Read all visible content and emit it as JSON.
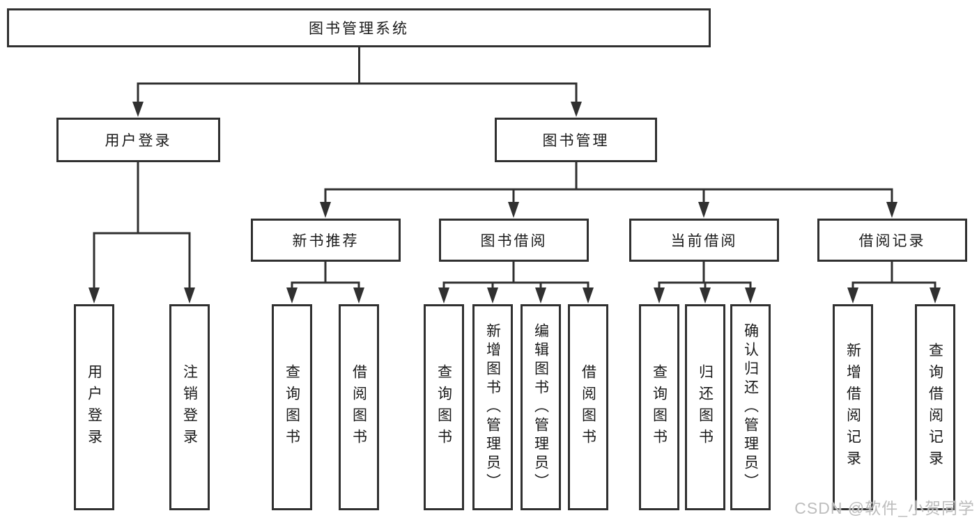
{
  "colors": {
    "background": "#ffffff",
    "line": "#303030",
    "text": "#1a1a1a",
    "watermark": "#bdbdbd"
  },
  "diagram": {
    "root": {
      "label": "图书管理系统"
    },
    "modules": [
      {
        "label": "用户登录",
        "features": [
          {
            "label": "用户登录"
          },
          {
            "label": "注销登录"
          }
        ]
      },
      {
        "label": "图书管理",
        "submodules": [
          {
            "label": "新书推荐",
            "features": [
              {
                "label": "查询图书"
              },
              {
                "label": "借阅图书"
              }
            ]
          },
          {
            "label": "图书借阅",
            "features": [
              {
                "label": "查询图书"
              },
              {
                "label": "新增图书（管理员）"
              },
              {
                "label": "编辑图书（管理员）"
              },
              {
                "label": "借阅图书"
              }
            ]
          },
          {
            "label": "当前借阅",
            "features": [
              {
                "label": "查询图书"
              },
              {
                "label": "归还图书"
              },
              {
                "label": "确认归还（管理员）"
              }
            ]
          },
          {
            "label": "借阅记录",
            "features": [
              {
                "label": "新增借阅记录"
              },
              {
                "label": "查询借阅记录"
              }
            ]
          }
        ]
      }
    ]
  },
  "watermark": {
    "text": "CSDN @软件_小贺同学"
  }
}
